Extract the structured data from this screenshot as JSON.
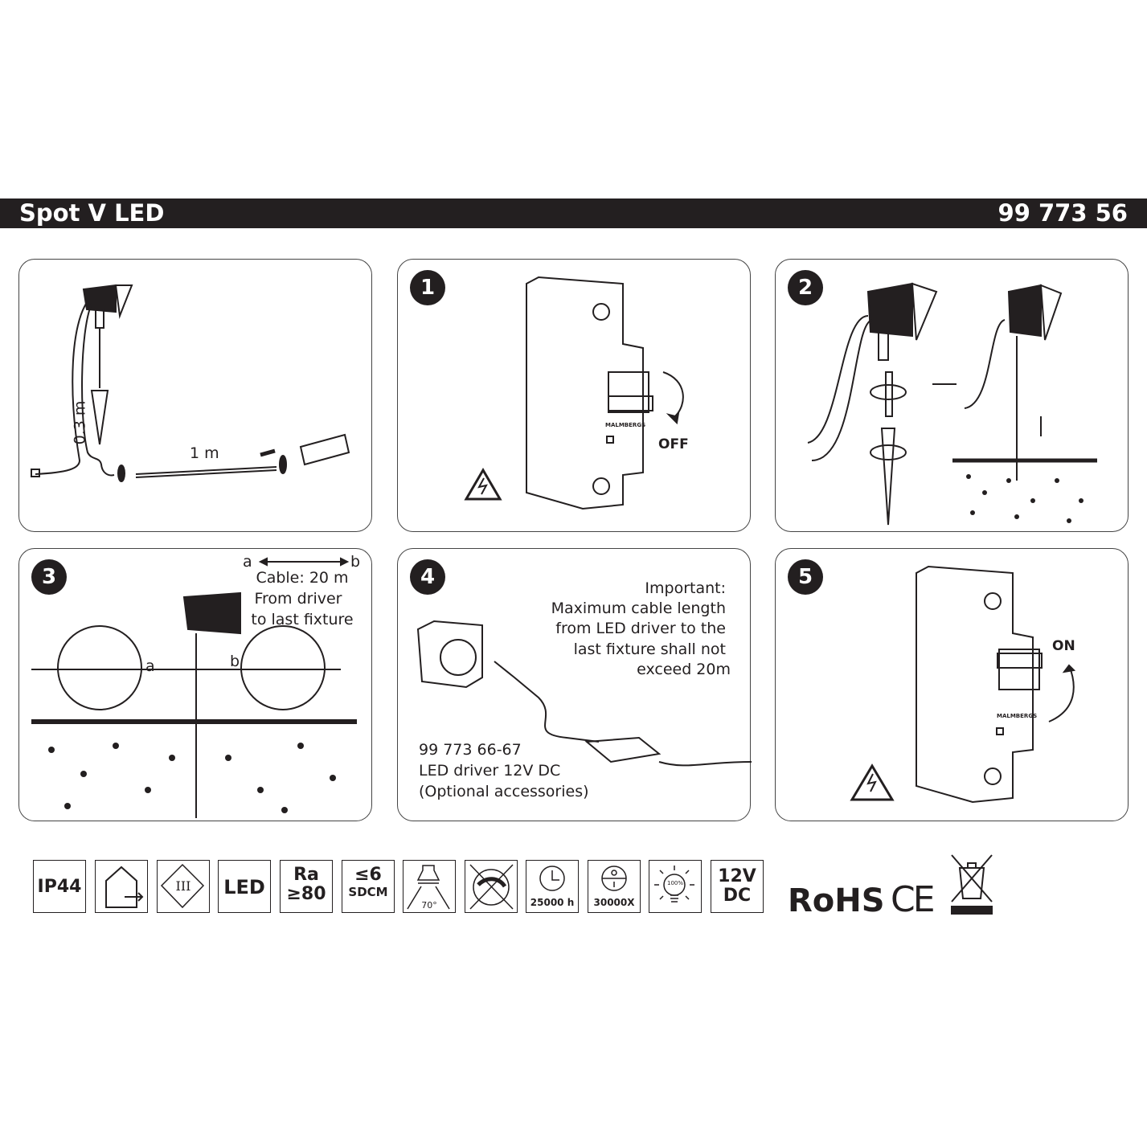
{
  "header": {
    "title": "Spot V LED",
    "article_number": "99 773 56"
  },
  "panel_overview": {
    "cable_short": "0.3 m",
    "cable_long": "1 m"
  },
  "step1": {
    "number": "1",
    "switch_state": "OFF",
    "brand": "MALMBERGS"
  },
  "step2": {
    "number": "2"
  },
  "step3": {
    "number": "3",
    "label_a": "a",
    "label_b": "b",
    "cable_lines": [
      "Cable: 20 m",
      "From driver",
      "to last fixture"
    ],
    "conn_a": "a",
    "conn_b": "b"
  },
  "step4": {
    "number": "4",
    "note_lines": [
      "Important:",
      "Maximum cable length",
      "from LED driver to the",
      "last fixture shall not",
      "exceed 20m"
    ],
    "driver_lines": [
      "99 773 66-67",
      "LED driver 12V DC",
      "(Optional accessories)"
    ]
  },
  "step5": {
    "number": "5",
    "switch_state": "ON",
    "brand": "MALMBERGS"
  },
  "icons": [
    {
      "name": "ip-rating",
      "lines": [
        "IP44"
      ]
    },
    {
      "name": "indoor-outdoor",
      "lines": []
    },
    {
      "name": "protection-class",
      "lines": [
        "III"
      ]
    },
    {
      "name": "led",
      "lines": [
        "LED"
      ]
    },
    {
      "name": "cri",
      "lines": [
        "Ra",
        "≥80"
      ]
    },
    {
      "name": "sdcm",
      "lines": [
        "≤6",
        "SDCM"
      ]
    },
    {
      "name": "beam-angle",
      "lines": [
        "70°"
      ]
    },
    {
      "name": "not-dimmable",
      "lines": []
    },
    {
      "name": "lifetime",
      "lines": [
        "25000 h"
      ]
    },
    {
      "name": "switch-cycles",
      "lines": [
        "30000X"
      ]
    },
    {
      "name": "instant-light",
      "lines": [
        "100%"
      ]
    },
    {
      "name": "voltage",
      "lines": [
        "12V",
        "DC"
      ]
    }
  ],
  "certifications": {
    "rohs": "RoHS",
    "ce": "CE"
  }
}
